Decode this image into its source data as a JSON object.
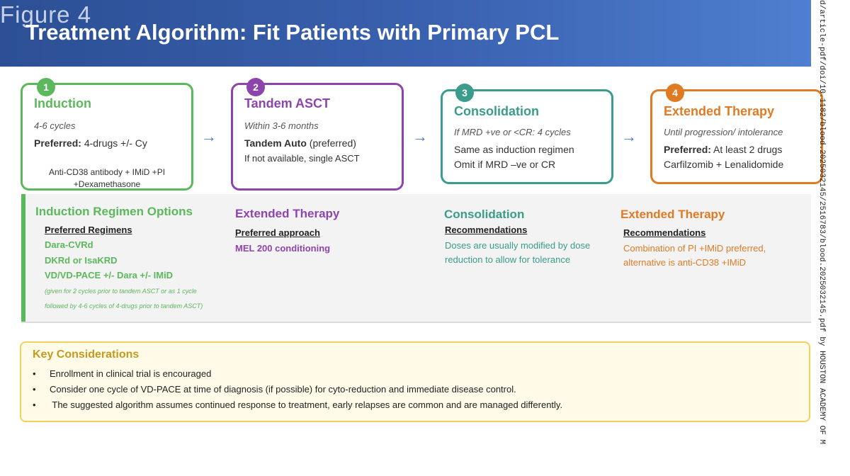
{
  "figure_label": "Figure 4",
  "title": "Treatment Algorithm: Fit Patients with Primary PCL",
  "colors": {
    "green": "#5cb85c",
    "purple": "#8e44ad",
    "teal": "#3a9c8a",
    "orange": "#e07b24",
    "blue": "#3a62b0",
    "gold": "#c49a1e"
  },
  "steps": [
    {
      "number": "1",
      "title": "Induction",
      "line1": "4-6 cycles",
      "line2_bold": "Preferred:",
      "line2": "4-drugs +/- Cy",
      "line3": "Anti-CD38 antibody + IMiD +PI",
      "line4": "+Dexamethasone"
    },
    {
      "number": "2",
      "title": "Tandem  ASCT",
      "line1": "Within 3-6 months",
      "line2_bold": "Tandem Auto",
      "line2": "(preferred)",
      "line3": "If not available, single ASCT"
    },
    {
      "number": "3",
      "title": "Consolidation",
      "line1": "If MRD +ve or <CR: 4 cycles",
      "line2": "Same as induction regimen",
      "line3": "Omit if MRD –ve or CR"
    },
    {
      "number": "4",
      "title": "Extended Therapy",
      "line1": "Until progression/ intolerance",
      "line2_bold": "Preferred:",
      "line2": "At least 2 drugs",
      "line3": "Carfilzomib + Lenalidomide"
    }
  ],
  "arrow_glyph": "→",
  "options": {
    "induction": {
      "title": "Induction Regimen Options",
      "subtitle": "Preferred Regimens",
      "items": [
        "Dara-CVRd",
        "DKRd or IsaKRD",
        "VD/VD-PACE +/- Dara +/- IMiD"
      ],
      "note1": "(given for 2 cycles prior to tandem ASCT or as 1 cycle",
      "note2": "followed by 4-6 cycles of 4-drugs prior to tandem ASCT)"
    },
    "asct": {
      "title": "Extended Therapy",
      "subtitle": "Preferred approach",
      "item": "MEL 200 conditioning"
    },
    "consolidation": {
      "title": "Consolidation",
      "subtitle": "Recommendations",
      "line1": "Doses are usually modified by dose",
      "line2": "reduction to allow for tolerance"
    },
    "extended": {
      "title": "Extended Therapy",
      "subtitle": "Recommendations",
      "line1": "Combination of PI +IMiD preferred,",
      "line2": "alternative is anti-CD38 +IMiD"
    }
  },
  "key": {
    "title": "Key Considerations",
    "bullet_glyph": "•",
    "items": [
      "Enrollment in clinical trial is encouraged",
      "Consider one cycle of VD-PACE at time of diagnosis (if possible) for cyto-reduction and immediate disease control.",
      " The suggested algorithm assumes continued response to treatment, early relapses are common and are managed differently."
    ]
  },
  "side_watermark": "d/article-pdf/doi/10.1182/blood.2025032145/2516783/blood.2025032145.pdf by HOUSTON ACADEMY OF M"
}
